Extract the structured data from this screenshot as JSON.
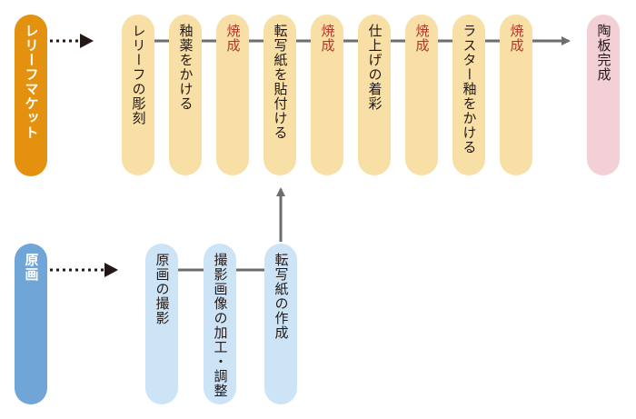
{
  "colors": {
    "lead_orange": "#e3910f",
    "lead_blue": "#6fa5d7",
    "top_pill": "#f8dfa6",
    "bottom_pill": "#cde4f7",
    "final_pill": "#f2d0d6",
    "firing_text": "#b5342a",
    "connector": "#6d6d6d",
    "dotted_arrow": "#231815"
  },
  "top_row": {
    "start": "レリーフマケット",
    "steps": [
      {
        "label": "レリーフの彫刻",
        "kind": "process"
      },
      {
        "label": "釉薬をかける",
        "kind": "process"
      },
      {
        "label": "焼成",
        "kind": "firing"
      },
      {
        "label": "転写紙を貼付ける",
        "kind": "process"
      },
      {
        "label": "焼成",
        "kind": "firing"
      },
      {
        "label": "仕上げの着彩",
        "kind": "process"
      },
      {
        "label": "焼成",
        "kind": "firing"
      },
      {
        "label": "ラスター釉をかける",
        "kind": "process"
      },
      {
        "label": "焼成",
        "kind": "firing"
      }
    ],
    "end": "陶板完成"
  },
  "bottom_row": {
    "start": "原画",
    "steps": [
      {
        "label": "原画の撮影"
      },
      {
        "label": "撮影画像の加工・調整"
      },
      {
        "label": "転写紙の作成"
      }
    ]
  }
}
